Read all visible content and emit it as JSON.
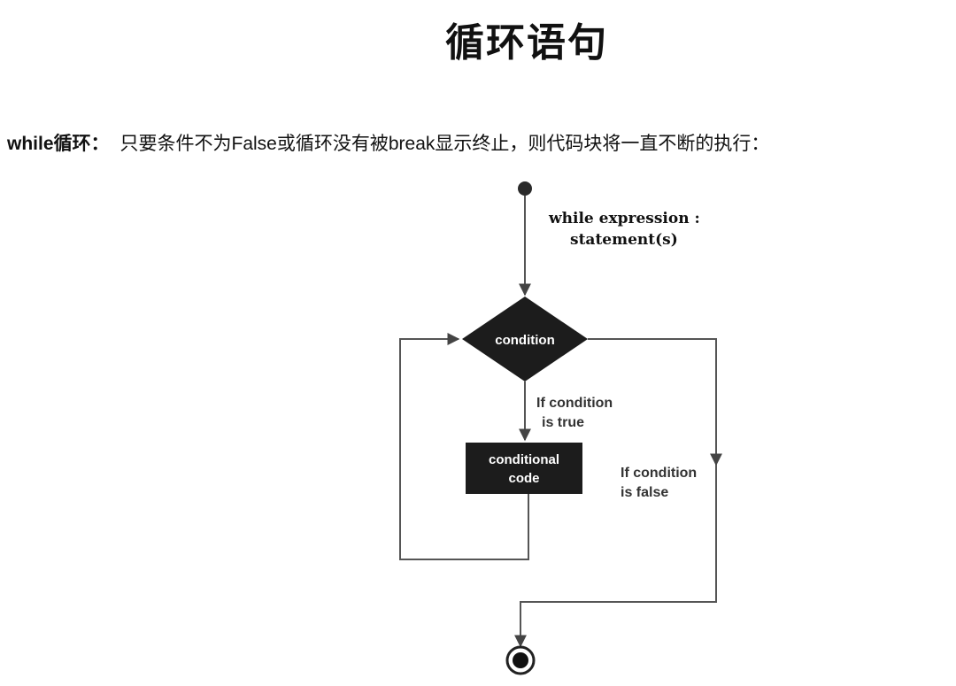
{
  "page": {
    "title": "循环语句"
  },
  "intro": {
    "term": "while循环：",
    "description": "只要条件不为False或循环没有被break显示终止，则代码块将一直不断的执行："
  },
  "flowchart": {
    "syntax_line1": "while expression :",
    "syntax_line2": "statement(s)",
    "decision_label": "condition",
    "true_branch_line1": "If condition",
    "true_branch_line2": "is true",
    "process_line1": "conditional",
    "process_line2": "code",
    "false_branch_line1": "If condition",
    "false_branch_line2": "is false",
    "colors": {
      "shape_fill": "#1c1c1c",
      "line": "#555555"
    }
  }
}
